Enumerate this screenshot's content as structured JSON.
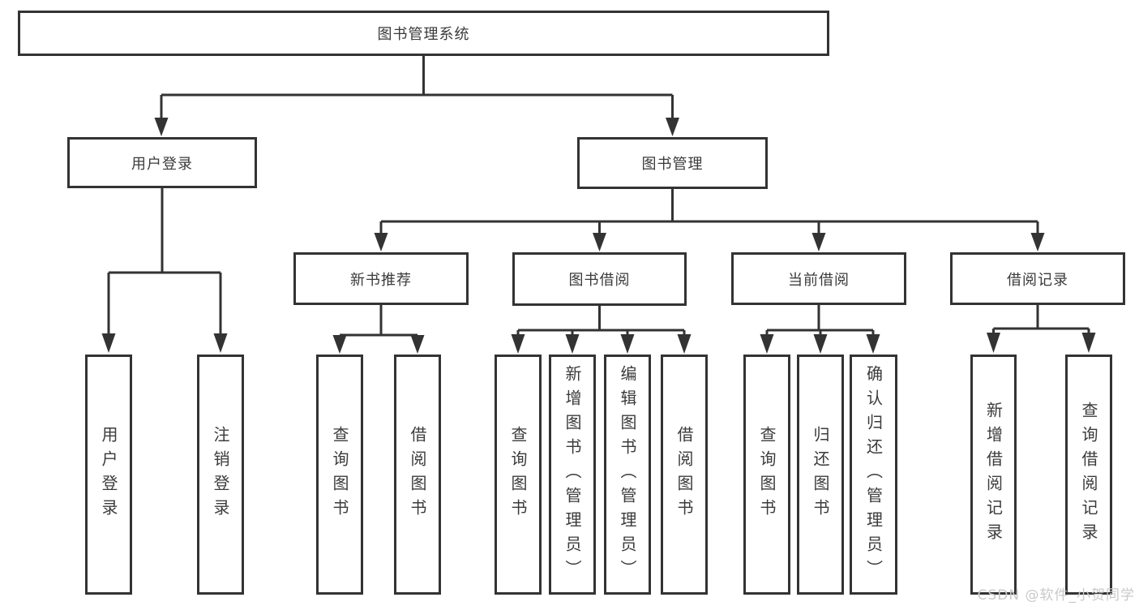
{
  "tree": {
    "label": "图书管理系统",
    "children": [
      {
        "label": "用户登录",
        "children": [
          {
            "label": "用户登录"
          },
          {
            "label": "注销登录"
          }
        ]
      },
      {
        "label": "图书管理",
        "children": [
          {
            "label": "新书推荐",
            "children": [
              {
                "label": "查询图书"
              },
              {
                "label": "借阅图书"
              }
            ]
          },
          {
            "label": "图书借阅",
            "children": [
              {
                "label": "查询图书"
              },
              {
                "label": "新增图书（管理员）"
              },
              {
                "label": "编辑图书（管理员）"
              },
              {
                "label": "借阅图书"
              }
            ]
          },
          {
            "label": "当前借阅",
            "children": [
              {
                "label": "查询图书"
              },
              {
                "label": "归还图书"
              },
              {
                "label": "确认归还（管理员）"
              }
            ]
          },
          {
            "label": "借阅记录",
            "children": [
              {
                "label": "新增借阅记录"
              },
              {
                "label": "查询借阅记录"
              }
            ]
          }
        ]
      }
    ]
  },
  "watermark": {
    "text": "CSDN @软件_小贺同学"
  },
  "colors": {
    "line": "#333333",
    "box_border": "#333333",
    "text": "#3b3b3b",
    "watermark": "#c9c9c9",
    "background": "#ffffff"
  }
}
